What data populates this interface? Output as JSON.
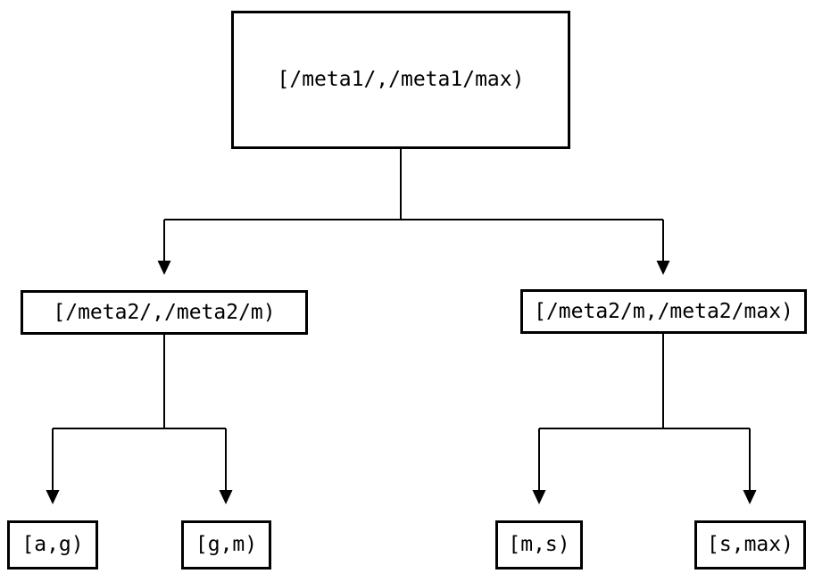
{
  "diagram": {
    "type": "tree",
    "colors": {
      "background": "#ffffff",
      "line": "#000000",
      "box_border": "#000000",
      "text": "#000000"
    },
    "nodes": {
      "root": {
        "label": "[/meta1/,/meta1/max)"
      },
      "left2": {
        "label": "[/meta2/,/meta2/m)"
      },
      "right2": {
        "label": "[/meta2/m,/meta2/max)"
      },
      "leaf_ag": {
        "label": "[a,g)"
      },
      "leaf_gm": {
        "label": "[g,m)"
      },
      "leaf_ms": {
        "label": "[m,s)"
      },
      "leaf_smax": {
        "label": "[s,max)"
      }
    }
  }
}
